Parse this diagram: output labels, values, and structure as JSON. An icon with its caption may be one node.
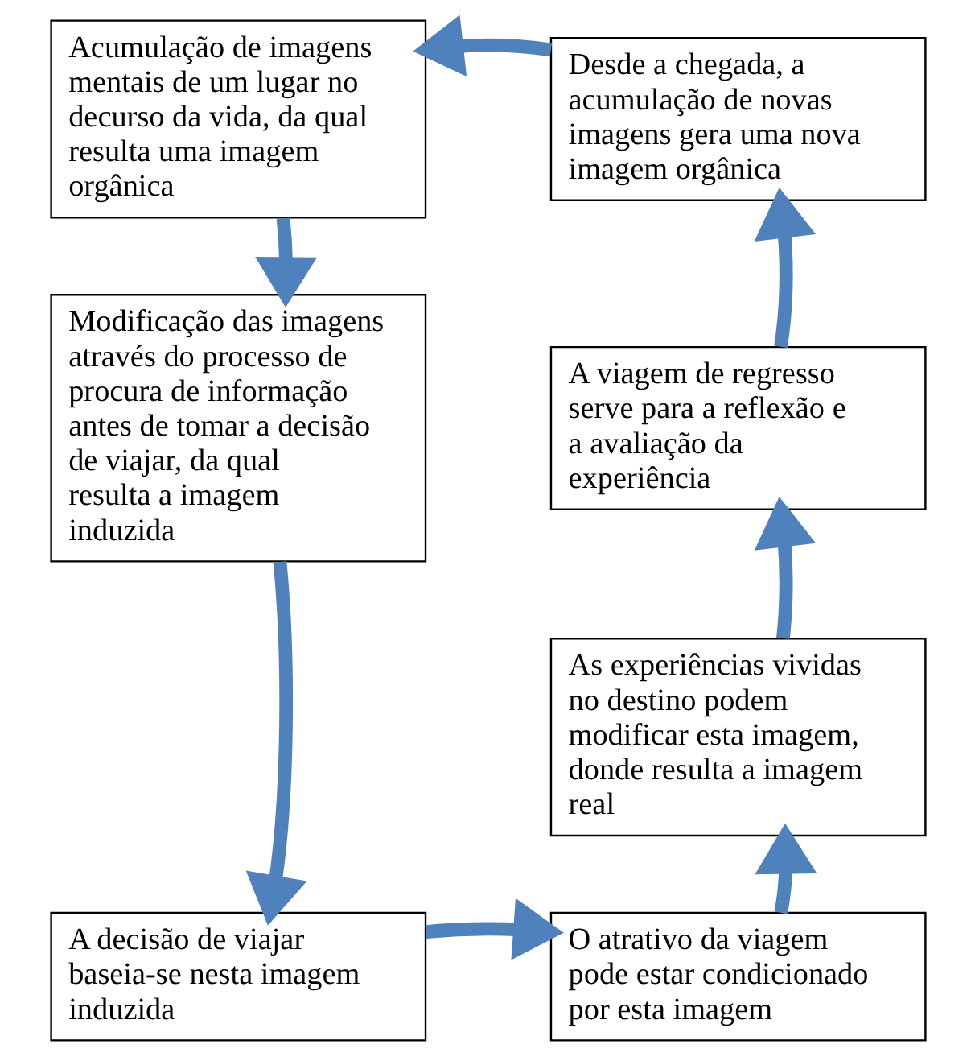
{
  "diagram": {
    "nodes": [
      {
        "text": [
          "Acumulação de imagens mentais de um lugar no decurso da vida, da qual resulta uma imagem orgânica"
        ]
      },
      {
        "text": [
          "Modificação das imagens através do processo de procura de informação antes de tomar a decisão de viajar, da qual resulta a imagem induzida"
        ]
      },
      {
        "text": [
          "A decisão de viajar baseia-se nesta imagem induzida"
        ]
      },
      {
        "text": [
          "O atrativo da viagem pode estar condicionado por esta imagem"
        ]
      },
      {
        "text": [
          "As experiências vividas no destino podem modificar esta imagem, donde resulta a imagem real"
        ]
      },
      {
        "text": [
          "A viagem de regresso serve para a reflexão e a avaliação da experiência"
        ]
      },
      {
        "text": [
          "Desde a chegada, a acumulação de novas imagens gera uma nova imagem orgânica"
        ]
      }
    ],
    "edges": [
      {
        "from": 0,
        "to": 1,
        "arrow": "to"
      },
      {
        "from": 1,
        "to": 2,
        "arrow": "to"
      },
      {
        "from": 2,
        "to": 3,
        "arrow": "to"
      },
      {
        "from": 3,
        "to": 4,
        "arrow": "to"
      },
      {
        "from": 4,
        "to": 5,
        "arrow": "to"
      },
      {
        "from": 5,
        "to": 6,
        "arrow": "to"
      },
      {
        "from": 6,
        "to": 0,
        "arrow": "to"
      }
    ]
  }
}
